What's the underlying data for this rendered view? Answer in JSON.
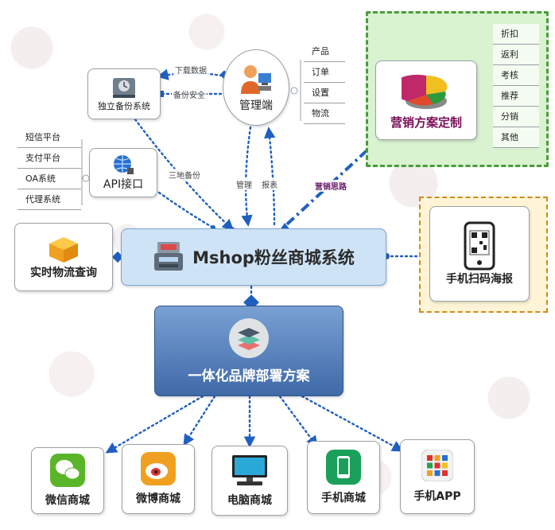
{
  "center": {
    "title": "Mshop粉丝商城系统"
  },
  "brand": {
    "title": "一体化品牌部署方案"
  },
  "admin": {
    "title": "管理端",
    "items": [
      "产品",
      "订单",
      "设置",
      "物流"
    ]
  },
  "backup": {
    "title": "独立备份系统"
  },
  "api": {
    "title": "API接口",
    "items": [
      "短信平台",
      "支付平台",
      "OA系统",
      "代理系统"
    ]
  },
  "logistics": {
    "title": "实时物流查询"
  },
  "marketing": {
    "title": "营销方案定制",
    "items": [
      "折扣",
      "返利",
      "考核",
      "推荐",
      "分销",
      "其他"
    ]
  },
  "poster": {
    "title": "手机扫码海报"
  },
  "edges": {
    "download": "下载数据",
    "backup_safe": "备份安全",
    "three_site": "三地备份",
    "manage": "管理",
    "report": "报表",
    "marketing_idea": "营销思路"
  },
  "outputs": [
    {
      "label": "微信商城",
      "icon": "wechat-icon"
    },
    {
      "label": "微博商城",
      "icon": "weibo-icon"
    },
    {
      "label": "电脑商城",
      "icon": "monitor-icon"
    },
    {
      "label": "手机商城",
      "icon": "phone-icon"
    },
    {
      "label": "手机APP",
      "icon": "app-grid-icon"
    }
  ],
  "colors": {
    "link": "#1f5fbf",
    "center_fill": "#cfe3f6",
    "brand_fill": "#4a77b8",
    "marketing_bg": "#d9f2d0",
    "marketing_border": "#4a9c3a",
    "poster_bg": "#fff5d6",
    "poster_border": "#d08a1a"
  }
}
